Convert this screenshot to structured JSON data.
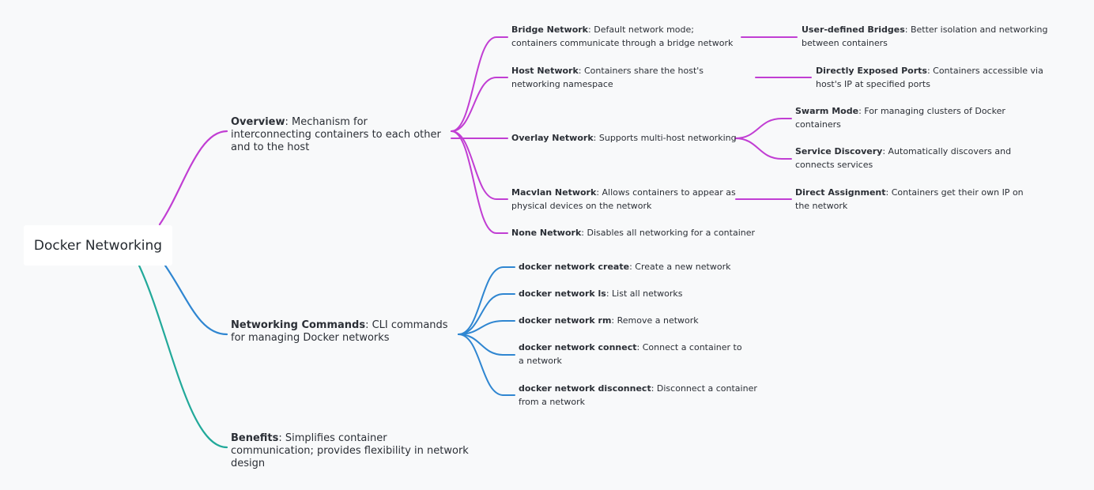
{
  "root": {
    "label": "Docker Networking"
  },
  "branches": [
    {
      "title": "Overview",
      "desc": ": Mechanism for interconnecting containers to each other and to the host",
      "color": "#c13ed3",
      "children": [
        {
          "title": "Bridge Network",
          "desc": ": Default network mode; containers communicate through a bridge network",
          "children": [
            {
              "title": "User-defined Bridges",
              "desc": ": Better isolation and networking between containers"
            }
          ]
        },
        {
          "title": "Host Network",
          "desc": ": Containers share the host's networking namespace",
          "children": [
            {
              "title": "Directly Exposed Ports",
              "desc": ": Containers accessible via host's IP at specified ports"
            }
          ]
        },
        {
          "title": "Overlay Network",
          "desc": ": Supports multi-host networking",
          "children": [
            {
              "title": "Swarm Mode",
              "desc": ": For managing clusters of Docker containers"
            },
            {
              "title": "Service Discovery",
              "desc": ": Automatically discovers and connects services"
            }
          ]
        },
        {
          "title": "Macvlan Network",
          "desc": ": Allows containers to appear as physical devices on the network",
          "children": [
            {
              "title": "Direct Assignment",
              "desc": ": Containers get their own IP on the network"
            }
          ]
        },
        {
          "title": "None Network",
          "desc": ": Disables all networking for a container",
          "children": []
        }
      ]
    },
    {
      "title": "Networking Commands",
      "desc": ": CLI commands for managing Docker networks",
      "color": "#2f86d1",
      "children": [
        {
          "title": "docker network create",
          "desc": ": Create a new network",
          "children": []
        },
        {
          "title": "docker network ls",
          "desc": ": List all networks",
          "children": []
        },
        {
          "title": "docker network rm",
          "desc": ": Remove a network",
          "children": []
        },
        {
          "title": "docker network connect",
          "desc": ": Connect a container to a network",
          "children": []
        },
        {
          "title": "docker network disconnect",
          "desc": ": Disconnect a container from a network",
          "children": []
        }
      ]
    },
    {
      "title": "Benefits",
      "desc": ": Simplifies container communication; provides flexibility in network design",
      "color": "#22a99a",
      "children": []
    }
  ]
}
